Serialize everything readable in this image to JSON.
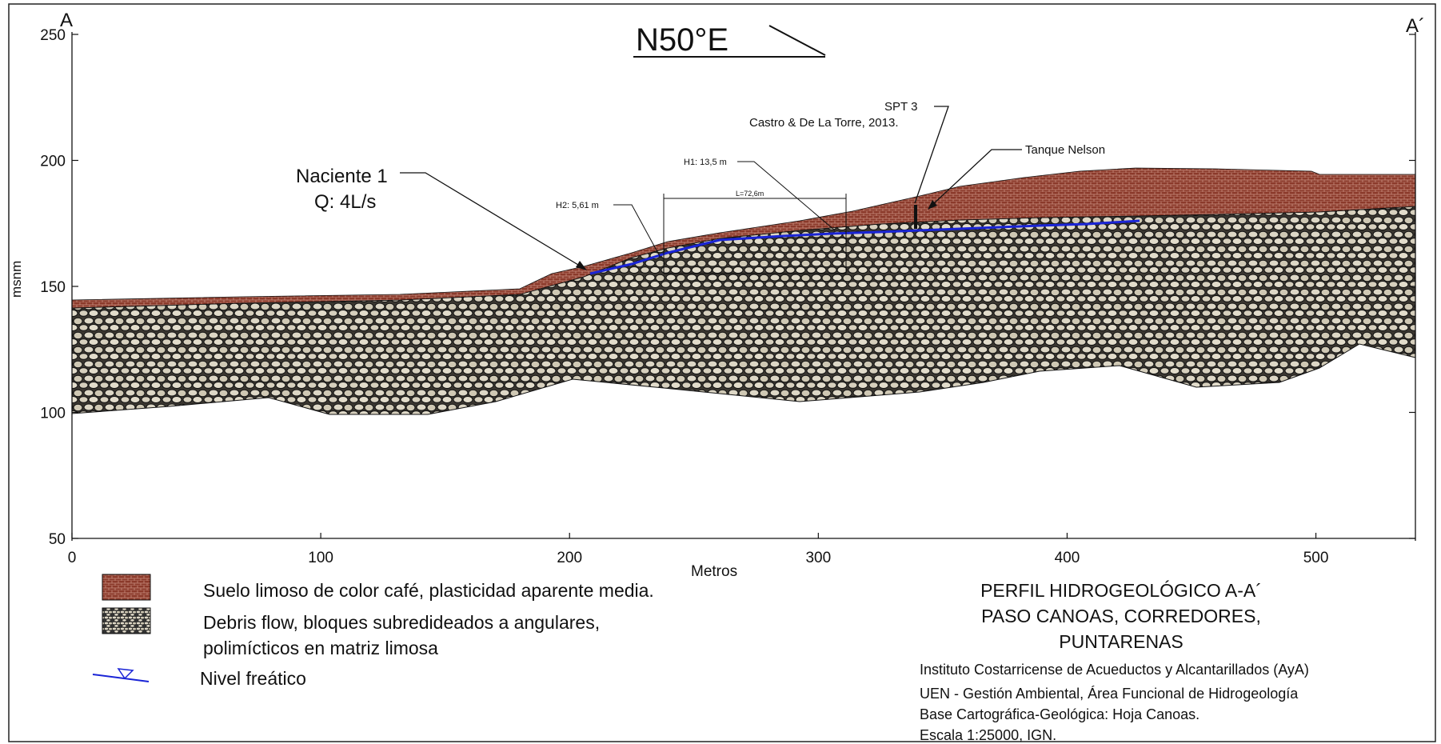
{
  "profile": {
    "start_label": "A",
    "end_label": "A´",
    "direction": "N50°E",
    "y_axis_label": "msnm",
    "x_axis_label": "Metros",
    "y_ticks": [
      "250",
      "200",
      "150",
      "100",
      "50"
    ],
    "x_ticks": [
      "0",
      "100",
      "200",
      "300",
      "400",
      "500"
    ],
    "y_range_msnm": [
      50,
      250
    ],
    "x_range_m": [
      0,
      540
    ]
  },
  "annotations": {
    "naciente_name": "Naciente 1",
    "naciente_flow": "Q: 4L/s",
    "spt": "SPT 3",
    "spt_source": "Castro & De La Torre, 2013.",
    "tanque": "Tanque Nelson",
    "h1": "H1: 13,5 m",
    "h2": "H2: 5,61 m",
    "length": "L=72,6m"
  },
  "legend": {
    "soil_line": "Suelo limoso de color café, plasticidad aparente media.",
    "debris_line1": "Debris flow, bloques subredideados a angulares,",
    "debris_line2": "polimícticos en matriz limosa",
    "water_table": "Nivel freático"
  },
  "title": {
    "line1": "PERFIL HIDROGEOLÓGICO A-A´",
    "line2": "PASO CANOAS, CORREDORES,",
    "line3": "PUNTARENAS"
  },
  "credits": {
    "institute": "Instituto Costarricense de Acueductos y Alcantarillados (AyA)",
    "unit": "UEN - Gestión Ambiental, Área Funcional de Hidrogeología",
    "base": "Base Cartográfica-Geológica: Hoja Canoas.",
    "scale": "Escala 1:25000, IGN."
  },
  "colors": {
    "soil": "#8b3a2b",
    "soil_brick": "#c98f80",
    "debris_bg": "#cfc8b6",
    "water_table": "#1a24d6",
    "frame": "#222222"
  }
}
